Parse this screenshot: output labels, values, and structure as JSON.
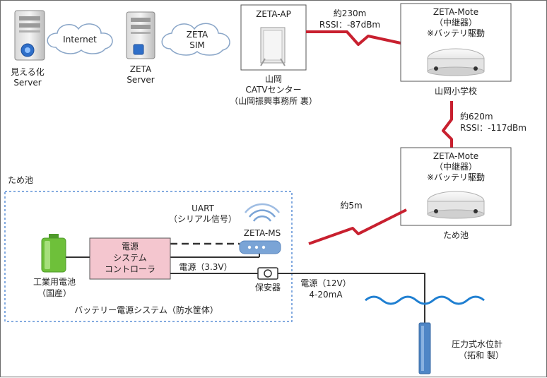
{
  "colors": {
    "link": "#c8202f",
    "outline": "#555555",
    "cloud_stroke": "#8aa6c8",
    "controller_fill": "#f4c6cf",
    "controller_stroke": "#555555",
    "battery": "#6ec03a",
    "wave": "#1f7fd1",
    "sensor": "#4f86c6",
    "dashed_box": "#5b8fd6",
    "router": "#7aa4d6"
  },
  "top": {
    "viewer_server": {
      "line1": "見える化",
      "line2": "Server"
    },
    "internet_label": "Internet",
    "zeta_server": {
      "line1": "ZETA",
      "line2": "Server"
    },
    "zeta_sim": {
      "line1": "ZETA",
      "line2": "SIM"
    },
    "zeta_ap": {
      "title": "ZETA-AP",
      "loc1": "山岡",
      "loc2": "CATVセンター",
      "loc3": "（山岡振興事務所 裏）"
    },
    "link1": {
      "distance": "約230m",
      "rssi": "RSSI：-87dBm"
    },
    "mote1": {
      "title": "ZETA-Mote",
      "sub1": "（中継器）",
      "sub2": "※バッテリ駆動",
      "place": "山岡小学校"
    },
    "link2": {
      "distance": "約620m",
      "rssi": "RSSI：-117dBm"
    },
    "mote2": {
      "title": "ZETA-Mote",
      "sub1": "（中継器）",
      "sub2": "※バッテリ駆動",
      "place": "ため池"
    },
    "link3": {
      "distance": "約5m"
    }
  },
  "pond": {
    "area_label": "ため池",
    "uart": {
      "line1": "UART",
      "line2": "（シリアル信号）"
    },
    "zeta_ms": "ZETA-MS",
    "controller": {
      "line1": "電源",
      "line2": "システム",
      "line3": "コントローラ"
    },
    "power_33": "電源（3.3V）",
    "battery": {
      "line1": "工業用電池",
      "line2": "（国産）"
    },
    "protector": "保安器",
    "system_caption": "バッテリー電源システム（防水筐体）",
    "power_12": {
      "line1": "電源（12V）",
      "line2": "4-20mA"
    },
    "sensor": {
      "line1": "圧力式水位計",
      "line2": "（拓和 製）"
    }
  }
}
